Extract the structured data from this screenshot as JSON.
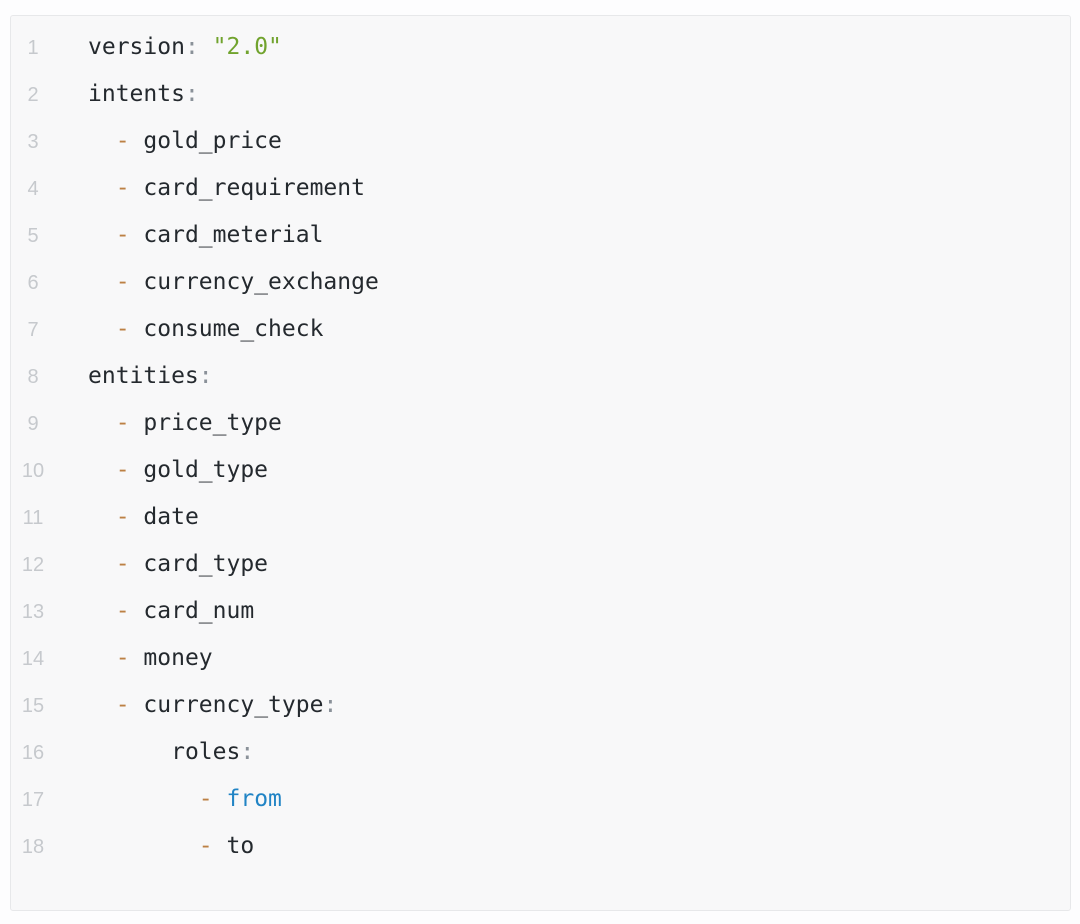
{
  "page": {
    "background": "#fdfdfe"
  },
  "code_block": {
    "language": "yaml",
    "background": "#f8f8f9",
    "border_color": "#e7e8ea",
    "line_number_color": "#c6c9cd",
    "colors": {
      "key": "#24292e",
      "text": "#24292e",
      "punct": "#8a9199",
      "dash": "#bc8044",
      "string": "#71a32e",
      "keyword": "#2184c5"
    },
    "lines": [
      {
        "num": "1",
        "tokens": [
          [
            "key",
            "version"
          ],
          [
            "punct",
            ":"
          ],
          [
            "text",
            " "
          ],
          [
            "string",
            "\"2.0\""
          ]
        ]
      },
      {
        "num": "2",
        "tokens": [
          [
            "key",
            "intents"
          ],
          [
            "punct",
            ":"
          ]
        ]
      },
      {
        "num": "3",
        "tokens": [
          [
            "text",
            "  "
          ],
          [
            "dash",
            "-"
          ],
          [
            "text",
            " gold_price"
          ]
        ]
      },
      {
        "num": "4",
        "tokens": [
          [
            "text",
            "  "
          ],
          [
            "dash",
            "-"
          ],
          [
            "text",
            " card_requirement"
          ]
        ]
      },
      {
        "num": "5",
        "tokens": [
          [
            "text",
            "  "
          ],
          [
            "dash",
            "-"
          ],
          [
            "text",
            " card_meterial"
          ]
        ]
      },
      {
        "num": "6",
        "tokens": [
          [
            "text",
            "  "
          ],
          [
            "dash",
            "-"
          ],
          [
            "text",
            " currency_exchange"
          ]
        ]
      },
      {
        "num": "7",
        "tokens": [
          [
            "text",
            "  "
          ],
          [
            "dash",
            "-"
          ],
          [
            "text",
            " consume_check"
          ]
        ]
      },
      {
        "num": "8",
        "tokens": [
          [
            "key",
            "entities"
          ],
          [
            "punct",
            ":"
          ]
        ]
      },
      {
        "num": "9",
        "tokens": [
          [
            "text",
            "  "
          ],
          [
            "dash",
            "-"
          ],
          [
            "text",
            " price_type"
          ]
        ]
      },
      {
        "num": "10",
        "tokens": [
          [
            "text",
            "  "
          ],
          [
            "dash",
            "-"
          ],
          [
            "text",
            " gold_type"
          ]
        ]
      },
      {
        "num": "11",
        "tokens": [
          [
            "text",
            "  "
          ],
          [
            "dash",
            "-"
          ],
          [
            "text",
            " date"
          ]
        ]
      },
      {
        "num": "12",
        "tokens": [
          [
            "text",
            "  "
          ],
          [
            "dash",
            "-"
          ],
          [
            "text",
            " card_type"
          ]
        ]
      },
      {
        "num": "13",
        "tokens": [
          [
            "text",
            "  "
          ],
          [
            "dash",
            "-"
          ],
          [
            "text",
            " card_num"
          ]
        ]
      },
      {
        "num": "14",
        "tokens": [
          [
            "text",
            "  "
          ],
          [
            "dash",
            "-"
          ],
          [
            "text",
            " money"
          ]
        ]
      },
      {
        "num": "15",
        "tokens": [
          [
            "text",
            "  "
          ],
          [
            "dash",
            "-"
          ],
          [
            "text",
            " "
          ],
          [
            "key",
            "currency_type"
          ],
          [
            "punct",
            ":"
          ]
        ]
      },
      {
        "num": "16",
        "tokens": [
          [
            "text",
            "      "
          ],
          [
            "key",
            "roles"
          ],
          [
            "punct",
            ":"
          ]
        ]
      },
      {
        "num": "17",
        "tokens": [
          [
            "text",
            "        "
          ],
          [
            "dash",
            "-"
          ],
          [
            "text",
            " "
          ],
          [
            "keyword",
            "from"
          ]
        ]
      },
      {
        "num": "18",
        "tokens": [
          [
            "text",
            "        "
          ],
          [
            "dash",
            "-"
          ],
          [
            "text",
            " to"
          ]
        ]
      }
    ]
  }
}
